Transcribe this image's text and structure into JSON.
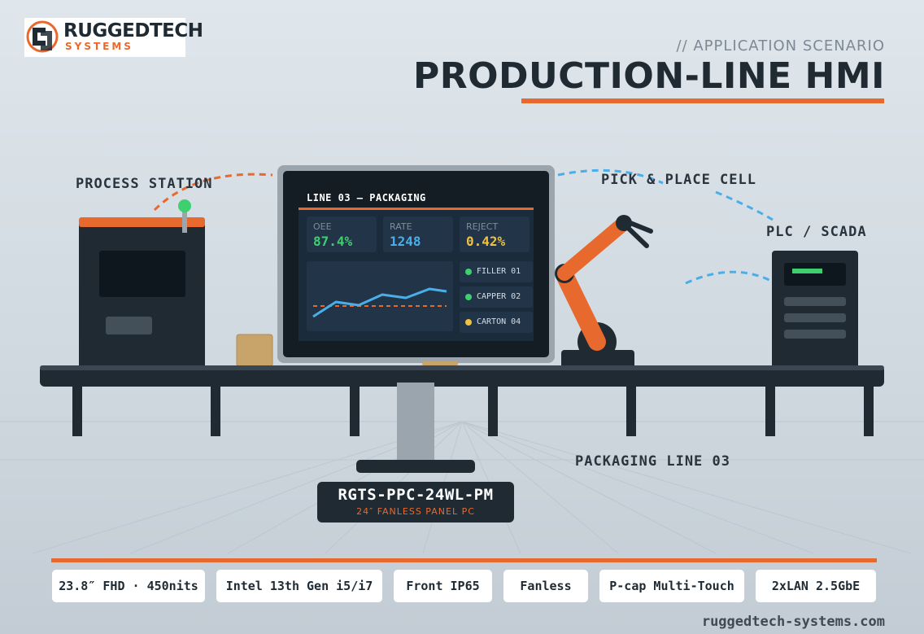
{
  "brand": {
    "name": "RUGGEDTECH",
    "sub": "SYSTEMS"
  },
  "header": {
    "eyebrow": "// APPLICATION SCENARIO",
    "title": "PRODUCTION-LINE HMI"
  },
  "labels": {
    "process_station": "PROCESS STATION",
    "pick_place": "PICK & PLACE CELL",
    "plc": "PLC / SCADA",
    "line": "PACKAGING LINE 03"
  },
  "screen": {
    "title": "LINE 03 — PACKAGING",
    "kpis": [
      {
        "label": "OEE",
        "value": "87.4%",
        "color": "#3ecf6e"
      },
      {
        "label": "RATE",
        "value": "1248",
        "color": "#4aaee8"
      },
      {
        "label": "REJECT",
        "value": "0.42%",
        "color": "#f0c040"
      }
    ],
    "status": [
      {
        "label": "FILLER 01",
        "color": "#3ecf6e"
      },
      {
        "label": "CAPPER 02",
        "color": "#3ecf6e"
      },
      {
        "label": "CARTON 04",
        "color": "#f0c040"
      }
    ]
  },
  "badge": {
    "model": "RGTS-PPC-24WL-PM",
    "sub": "24″ FANLESS PANEL PC"
  },
  "specs": [
    "23.8″ FHD · 450nits",
    "Intel 13th Gen i5/i7",
    "Front IP65",
    "Fanless",
    "P-cap Multi-Touch",
    "2xLAN 2.5GbE"
  ],
  "footer": {
    "url": "ruggedtech-systems.com"
  },
  "colors": {
    "accent": "#e8692e",
    "dark": "#1f2a33",
    "blue": "#4aaee8"
  }
}
